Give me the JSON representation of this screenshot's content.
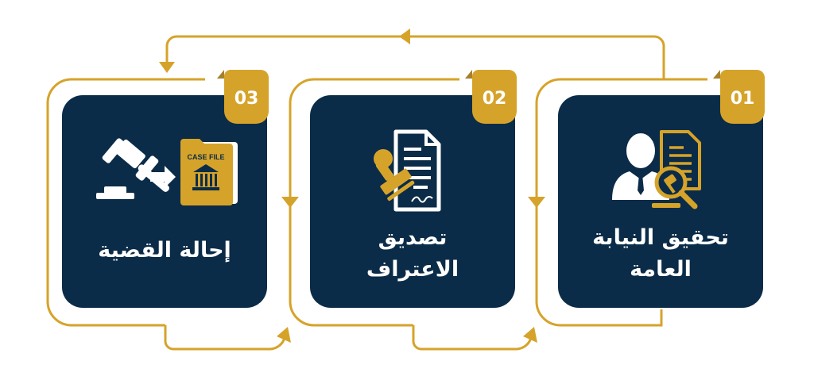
{
  "diagram": {
    "type": "process-flow",
    "direction": "right-to-left",
    "colors": {
      "card_background": "#0b2c48",
      "accent_gold": "#d6a32a",
      "connector": "#d6a32a",
      "text": "#ffffff",
      "page_background": "#ffffff"
    },
    "steps": [
      {
        "number": "01",
        "title_line1": "تحقيق النيابة",
        "title_line2": "العامة",
        "icon": "prosecutor-investigation-icon"
      },
      {
        "number": "02",
        "title_line1": "تصديق",
        "title_line2": "الاعتراف",
        "icon": "stamped-document-icon"
      },
      {
        "number": "03",
        "title_line1": "إحالة القضية",
        "icon": "gavel-to-case-file-icon",
        "case_file_label": "CASE FILE"
      }
    ]
  }
}
